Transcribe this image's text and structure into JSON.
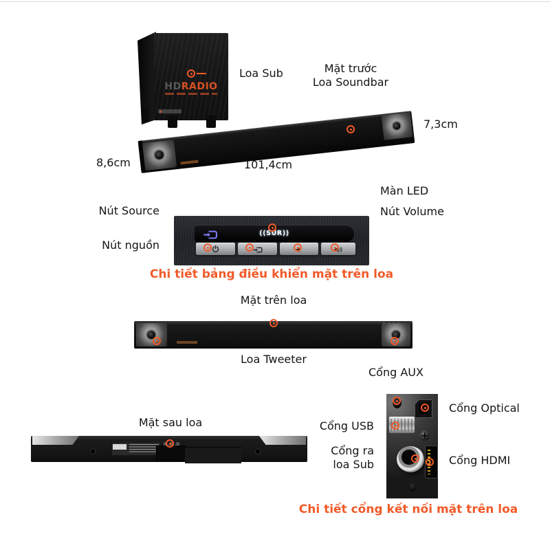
{
  "colors": {
    "callout_orange": "#F15A29",
    "connector_blue": "#32ADE6"
  },
  "overview": {
    "sub_callout": "Loa Sub",
    "front_callout": {
      "line1": "Mặt trước",
      "line2": "Loa Soundbar"
    },
    "watermark": {
      "hd": "HD",
      "radio": "RADIO"
    },
    "dimensions": {
      "height": "7,3cm",
      "depth": "8,6cm",
      "width": "101,4cm"
    }
  },
  "control_panel": {
    "led_display": "((SUR))",
    "display_icon": "input-source-icon",
    "callouts": {
      "led": "Màn LED",
      "source": "Nút Source",
      "volume": "Nút Volume",
      "power": "Nút nguồn"
    },
    "buttons": [
      {
        "name": "power",
        "icon": "power-icon"
      },
      {
        "name": "source",
        "icon": "input-source-icon"
      },
      {
        "name": "volume-down",
        "icon": "volume-down-icon"
      },
      {
        "name": "volume-up",
        "icon": "volume-up-icon"
      }
    ],
    "caption": "Chi tiết bảng điều khiển mặt trên loa"
  },
  "top_view": {
    "callout_top": "Mặt trên loa",
    "callout_tweeter": "Loa Tweeter"
  },
  "rear_view": {
    "callout": "Mặt sau loa"
  },
  "ports_detail": {
    "aux": "Cổng AUX",
    "optical": "Cổng Optical",
    "usb": "Cổng USB",
    "sub_out": {
      "line1": "Cổng ra",
      "line2": "loa Sub"
    },
    "hdmi": "Cổng HDMI",
    "caption": "Chi tiết cổng kết nối mặt trên loa"
  }
}
